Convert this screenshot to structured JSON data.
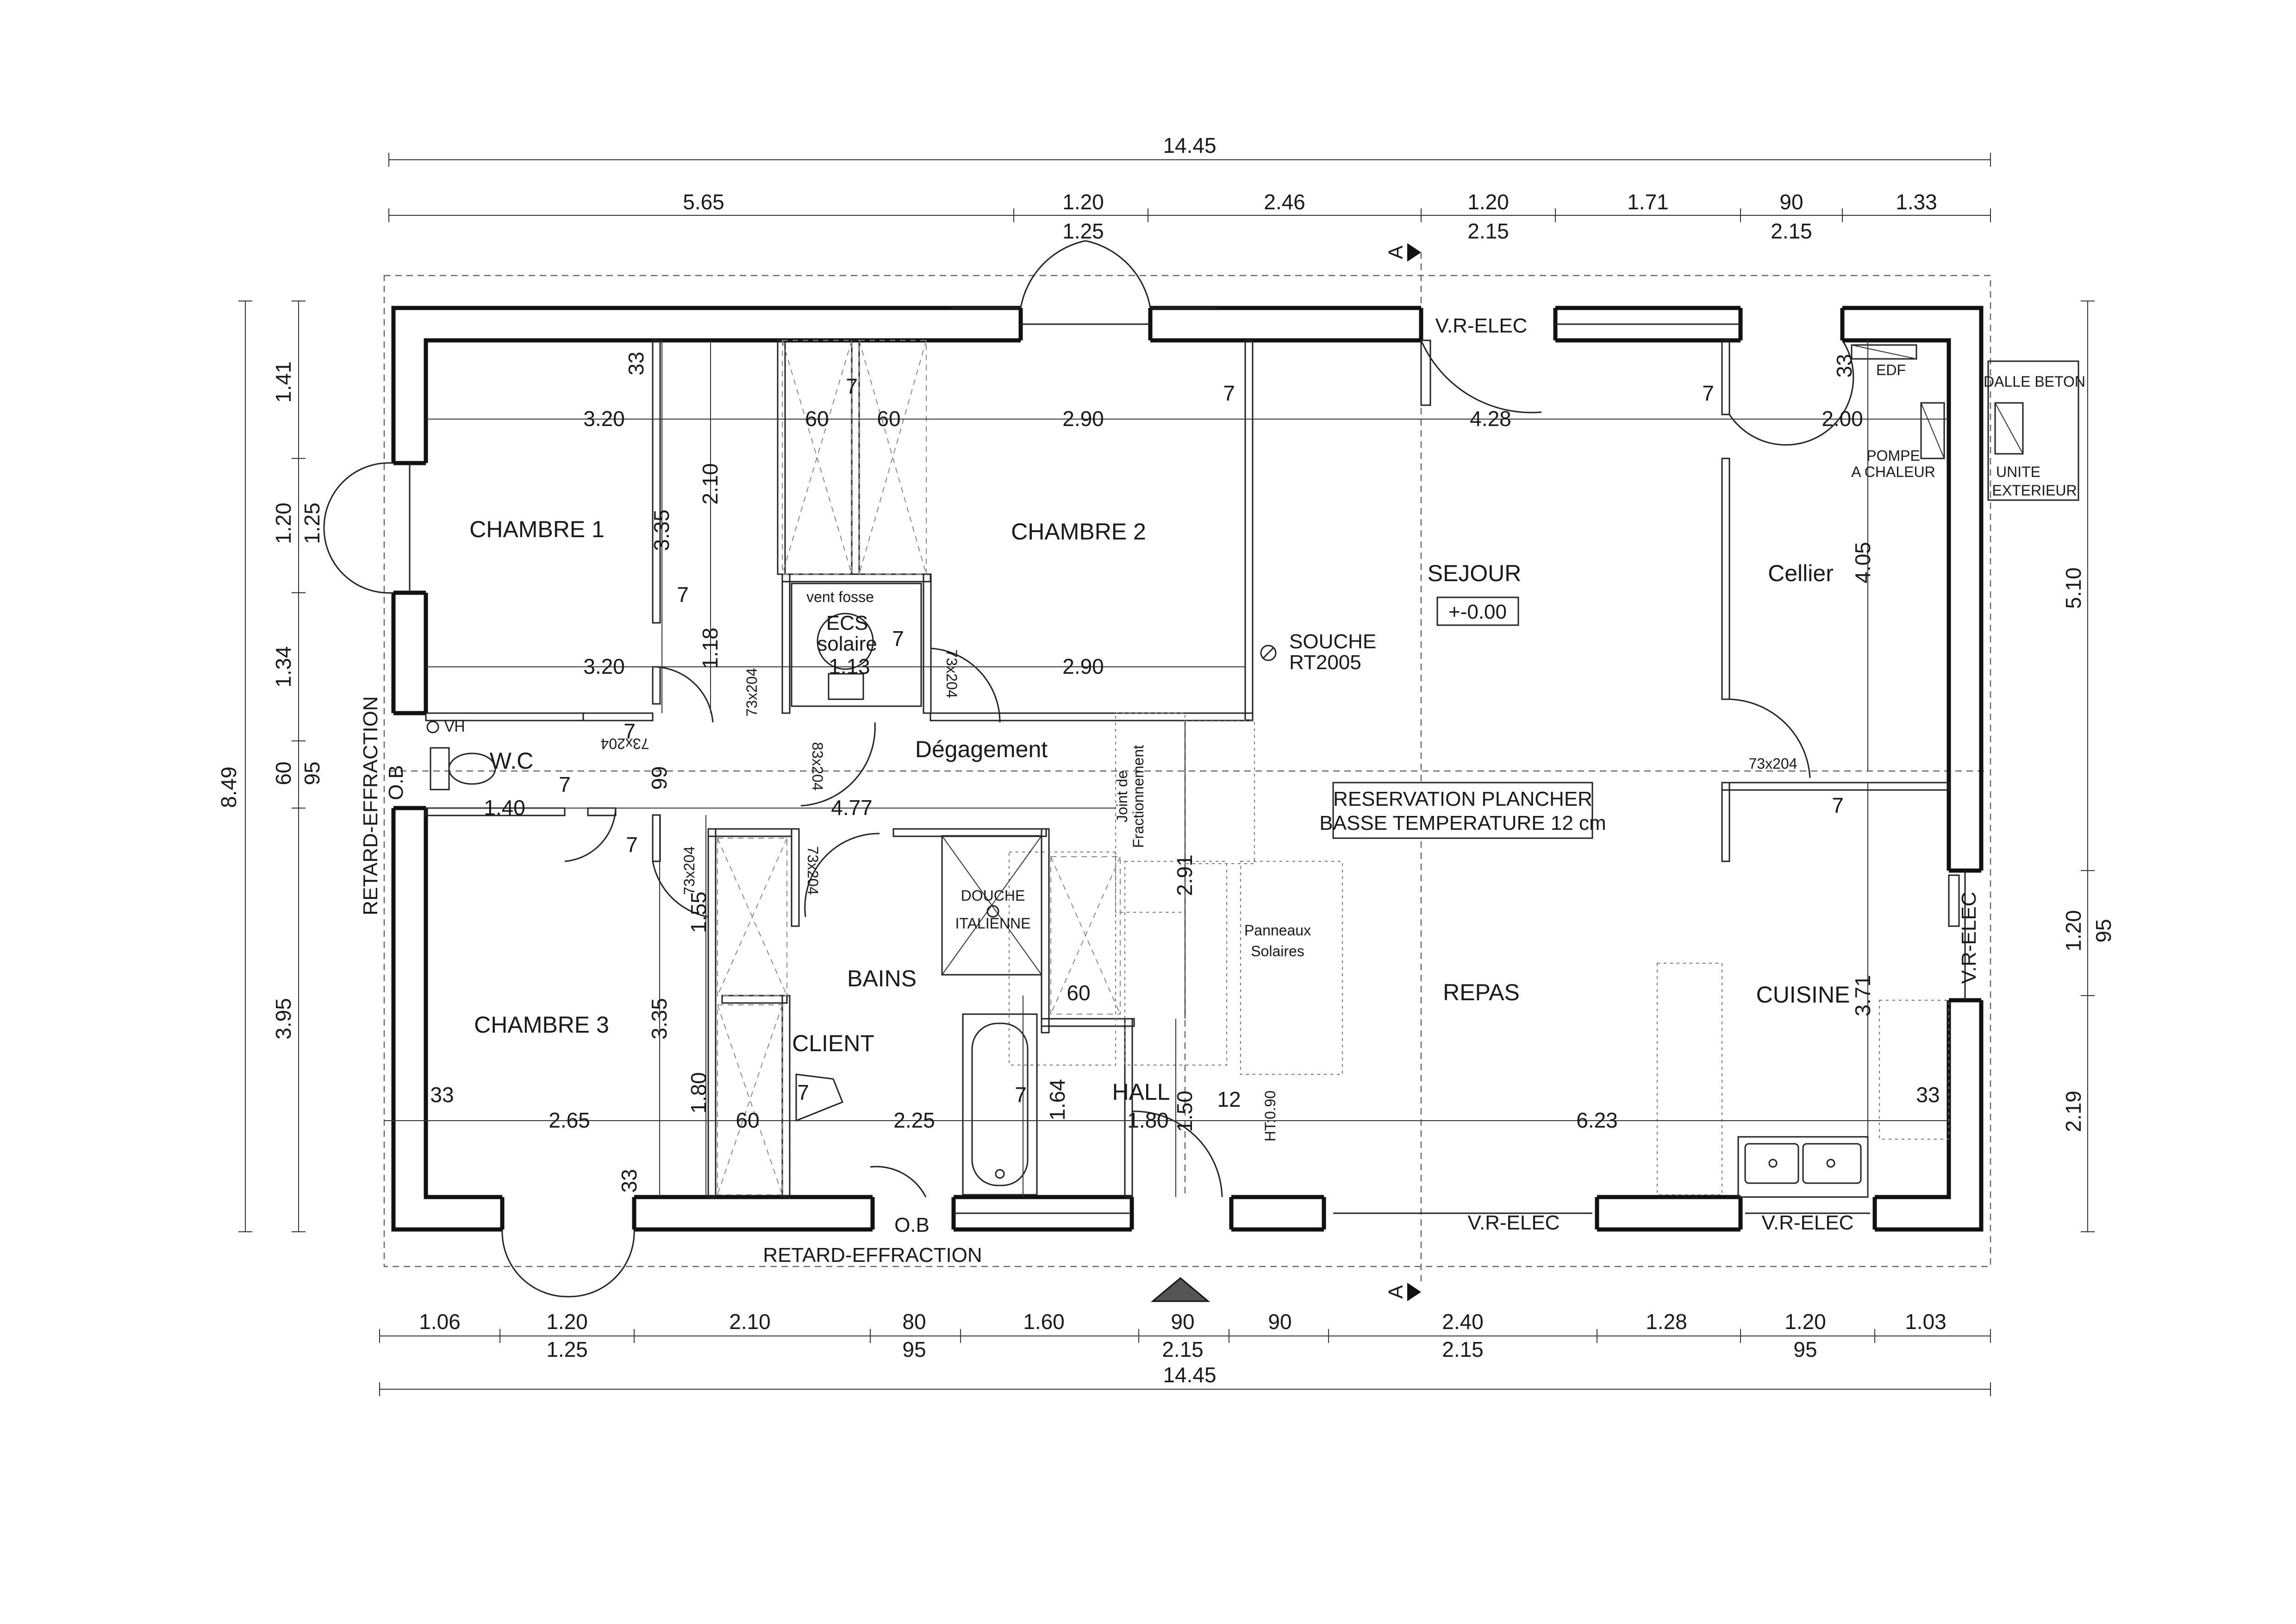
{
  "dimensions": {
    "overall_top": "14.45",
    "overall_bottom": "14.45",
    "top_row1": [
      "5.65",
      "1.20",
      "2.46",
      "1.20",
      "1.71",
      "90",
      "1.33"
    ],
    "top_row2": [
      "1.25",
      "2.15",
      "2.15"
    ],
    "bottom_row1": [
      "1.06",
      "1.20",
      "2.10",
      "80",
      "1.60",
      "90",
      "90",
      "2.40",
      "1.28",
      "1.20",
      "1.03"
    ],
    "bottom_row2": [
      "1.25",
      "95",
      "2.15",
      "2.15",
      "95"
    ],
    "left_overall": "8.49",
    "left_row1": [
      "1.41",
      "1.20",
      "1.34",
      "60",
      "3.95"
    ],
    "left_row2": [
      "1.25",
      "95"
    ],
    "right_row1": [
      "5.10",
      "1.20",
      "2.19"
    ],
    "right_row2": [
      "95"
    ]
  },
  "rooms": {
    "chambre1": "CHAMBRE 1",
    "chambre2": "CHAMBRE 2",
    "chambre3": "CHAMBRE 3",
    "sejour": "SEJOUR",
    "level": "+-0.00",
    "cellier": "Cellier",
    "degagement": "Dégagement",
    "wc": "W.C",
    "bains": "BAINS",
    "client": "CLIENT",
    "repas": "REPAS",
    "cuisine": "CUISINE",
    "hall": "HALL",
    "douche_line1": "DOUCHE",
    "douche_line2": "ITALIENNE",
    "ecs_line1": "ECS",
    "ecs_line2": "solaire",
    "vent_fosse": "vent fosse"
  },
  "labels": {
    "vr_elec": "V.R-ELEC",
    "edf": "EDF",
    "pompe1": "POMPE",
    "pompe2": "A CHALEUR",
    "dalle": "DALLE BETON",
    "unite1": "UNITE",
    "unite2": "EXTERIEUR",
    "souche1": "SOUCHE",
    "souche2": "RT2005",
    "reservation1": "RESERVATION  PLANCHER",
    "reservation2": "BASSE TEMPERATURE 12 cm",
    "panneaux1": "Panneaux",
    "panneaux2": "Solaires",
    "joint1": "Joint de",
    "joint2": "Fractionnement",
    "ob": "O.B",
    "retard": "RETARD-EFFRACTION",
    "vh": "VH",
    "ht": "HT:0.90",
    "section": "A",
    "door_73x204": "73x204",
    "door_83x204": "83x204"
  },
  "inner_dims": {
    "d320a": "3.20",
    "d320b": "3.20",
    "d210": "2.10",
    "d335a": "3.35",
    "d60a": "60",
    "d60b": "60",
    "d290a": "2.90",
    "d290b": "2.90",
    "d428": "4.28",
    "d200": "2.00",
    "d405": "4.05",
    "d118": "1.18",
    "d113": "1.13",
    "d140": "1.40",
    "d477": "4.77",
    "d99": "99",
    "d155": "1.55",
    "d335b": "3.35",
    "d180a": "1.80",
    "d265": "2.65",
    "d60c": "60",
    "d225": "2.25",
    "d164": "1.64",
    "d180b": "1.80",
    "d150": "1.50",
    "d12": "12",
    "d291": "2.91",
    "d623": "6.23",
    "d371": "3.71",
    "d60d": "60",
    "t33": "33",
    "t7": "7"
  }
}
